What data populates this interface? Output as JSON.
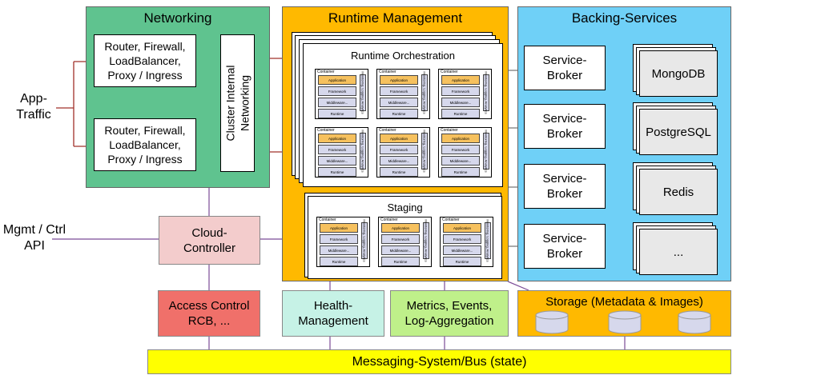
{
  "external": {
    "app_traffic": "App-\nTraffic",
    "mgmt_api": "Mgmt / Ctrl\nAPI"
  },
  "networking": {
    "title": "Networking",
    "router_1": "Router, Firewall,\nLoadBalancer,\nProxy / Ingress",
    "router_2": "Router, Firewall,\nLoadBalancer,\nProxy / Ingress",
    "cluster": "Cluster Internal\nNetworking"
  },
  "cloud_controller": "Cloud-\nController",
  "runtime": {
    "title": "Runtime Management",
    "orchestration_title": "Runtime Orchestration",
    "staging_title": "Staging",
    "container": {
      "label": "Container",
      "rows": [
        "Application",
        "Framework",
        "Middleware...",
        "Runtime"
      ],
      "side": "Monitoring, Logging, Analytics"
    }
  },
  "backing": {
    "title": "Backing-Services",
    "broker_label": "Service-\nBroker",
    "services": [
      "MongoDB",
      "PostgreSQL",
      "Redis",
      "..."
    ]
  },
  "bottom": {
    "access_control": "Access Control\nRCB, ...",
    "health": "Health-\nManagement",
    "metrics": "Metrics, Events,\nLog-Aggregation",
    "storage": "Storage (Metadata & Images)",
    "messaging": "Messaging-System/Bus (state)"
  },
  "colors": {
    "networking": "#5fc38f",
    "runtime": "#ffb900",
    "backing": "#6fd0f7",
    "cloud_controller": "#f3cccc",
    "access_control": "#f0706a",
    "health": "#c6f2e6",
    "metrics": "#bff08a",
    "messaging": "#ffff00",
    "connector_red": "#a0302a",
    "connector_purple": "#7b4b96",
    "app_bar": "#f6c15e",
    "layer_bar": "#d6d8ec"
  }
}
